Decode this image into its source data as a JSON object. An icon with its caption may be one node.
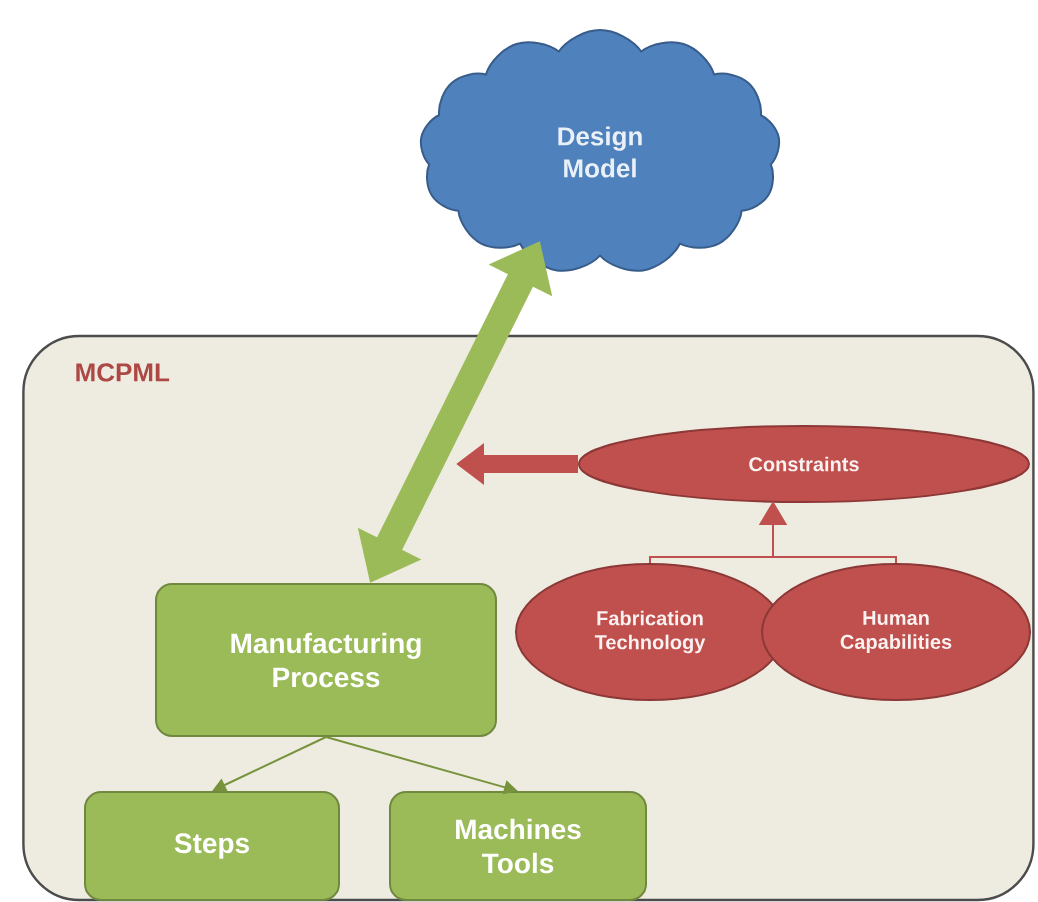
{
  "diagram": {
    "nodes": [
      {
        "text": [
          "Design Model"
        ]
      },
      {
        "text": [
          "MCPML"
        ]
      },
      {
        "text": [
          "Manufacturing Process"
        ],
        "in": 1
      },
      {
        "text": [
          "Constraints"
        ],
        "in": 1
      },
      {
        "text": [
          "Fabrication Technology"
        ],
        "in": 1
      },
      {
        "text": [
          "Human Capabilities"
        ],
        "in": 1
      },
      {
        "text": [
          "Steps"
        ],
        "in": 1
      },
      {
        "text": [
          "Machines Tools"
        ],
        "in": 1
      }
    ],
    "edges": [
      {
        "from": 0,
        "to": 2,
        "arrow": "both",
        "style": "thick",
        "color": "#9bbb59"
      },
      {
        "from": 3,
        "to": null,
        "arrow": "to",
        "style": "thick",
        "color": "#c0504d"
      },
      {
        "from": 4,
        "to": 3,
        "arrow": "to",
        "color": "#c0504d"
      },
      {
        "from": 5,
        "to": 3,
        "arrow": "to",
        "color": "#c0504d"
      },
      {
        "from": 2,
        "to": 6,
        "arrow": "to",
        "color": "#77933c"
      },
      {
        "from": 2,
        "to": 7,
        "arrow": "to",
        "color": "#77933c"
      }
    ]
  }
}
